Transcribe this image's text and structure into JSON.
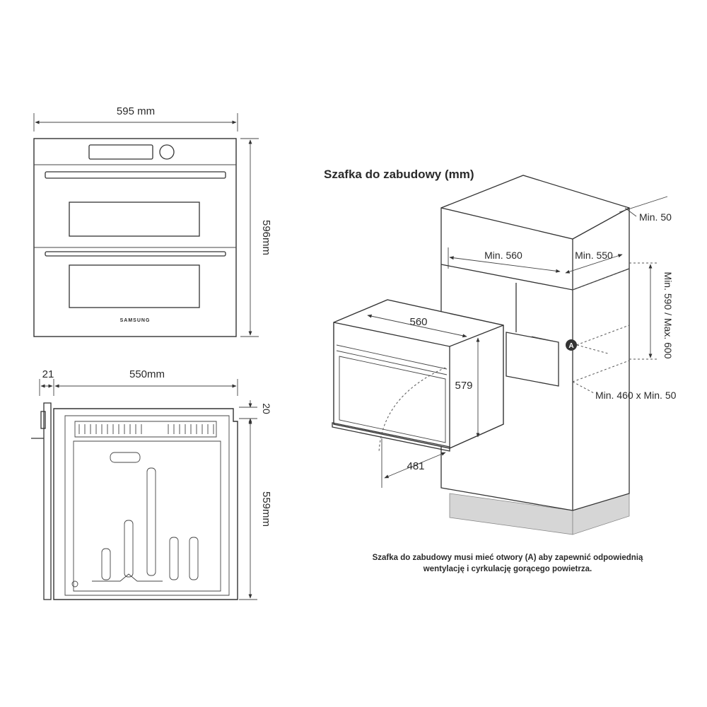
{
  "front_view": {
    "width_label": "595 mm",
    "height_label": "596mm",
    "brand": "SAMSUNG"
  },
  "side_view": {
    "door_depth_label": "21",
    "body_depth_label": "550mm",
    "top_offset_label": "20",
    "body_height_label": "559mm"
  },
  "cabinet": {
    "title": "Szafka do zabudowy (mm)",
    "min_top_clearance": "Min. 50",
    "min_width": "Min. 560",
    "min_depth": "Min. 550",
    "height_range": "Min. 590 / Max. 600",
    "opening_marker": "A",
    "opening_size": "Min. 460 x Min. 50",
    "oven_width": "560",
    "oven_height": "579",
    "door_swing": "481",
    "note_line1": "Szafka do zabudowy musi mieć otwory (A) aby zapewnić odpowiednią",
    "note_line2": "wentylację i cyrkulację gorącego powietrza."
  }
}
